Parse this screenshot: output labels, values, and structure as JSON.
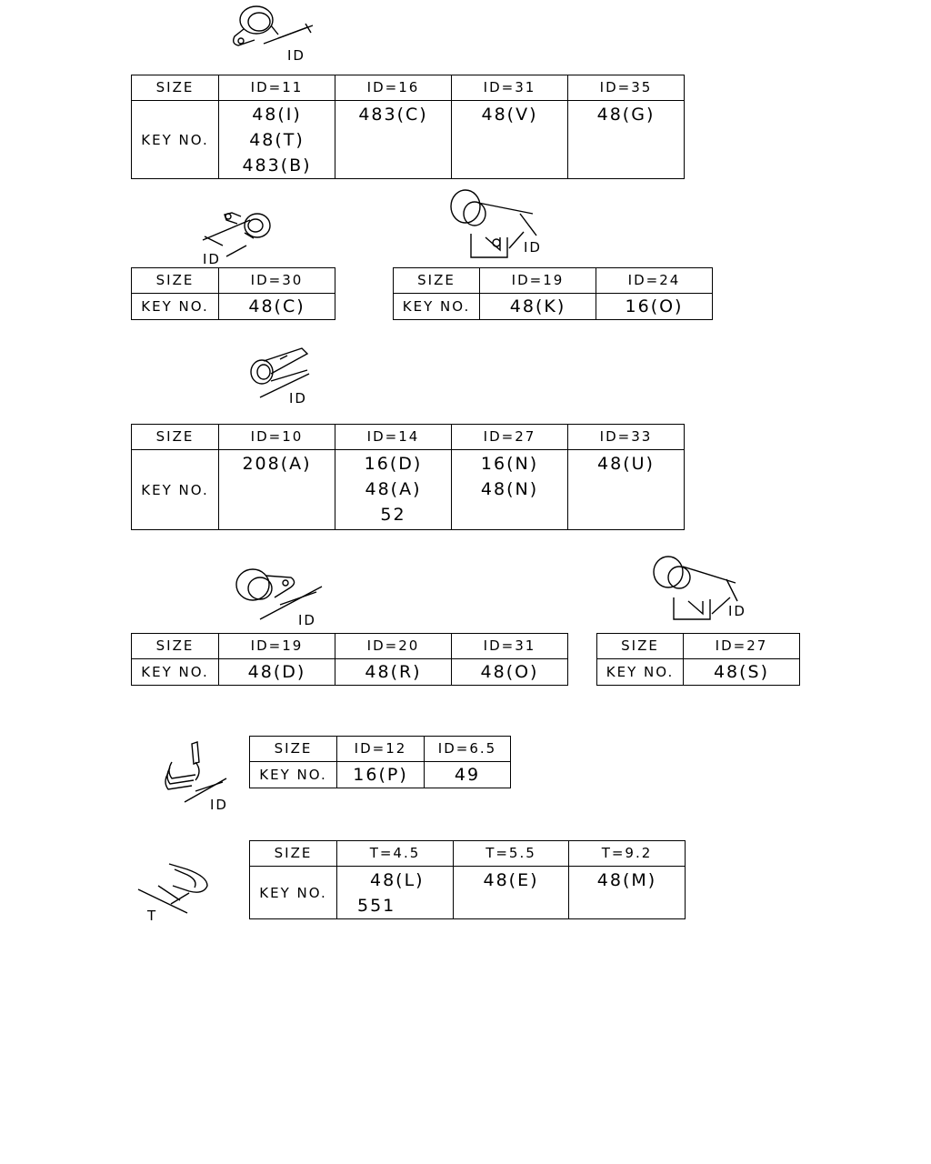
{
  "dim_label_id": "ID",
  "dim_label_t": "T",
  "size_label": "SIZE",
  "key_label": "KEY NO.",
  "tables": [
    {
      "sizes": [
        "ID=11",
        "ID=16",
        "ID=31",
        "ID=35"
      ],
      "keys": [
        [
          "48(I)",
          "48(T)",
          "483(B)"
        ],
        [
          "483(C)"
        ],
        [
          "48(V)"
        ],
        [
          "48(G)"
        ]
      ]
    },
    {
      "sizes": [
        "ID=30"
      ],
      "keys": [
        [
          "48(C)"
        ]
      ]
    },
    {
      "sizes": [
        "ID=19",
        "ID=24"
      ],
      "keys": [
        [
          "48(K)"
        ],
        [
          "16(O)"
        ]
      ]
    },
    {
      "sizes": [
        "ID=10",
        "ID=14",
        "ID=27",
        "ID=33"
      ],
      "keys": [
        [
          "208(A)"
        ],
        [
          "16(D)",
          "48(A)",
          "52"
        ],
        [
          "16(N)",
          "48(N)"
        ],
        [
          "48(U)"
        ]
      ]
    },
    {
      "sizes": [
        "ID=19",
        "ID=20",
        "ID=31"
      ],
      "keys": [
        [
          "48(D)"
        ],
        [
          "48(R)"
        ],
        [
          "48(O)"
        ]
      ]
    },
    {
      "sizes": [
        "ID=27"
      ],
      "keys": [
        [
          "48(S)"
        ]
      ]
    },
    {
      "sizes": [
        "ID=12",
        "ID=6.5"
      ],
      "keys": [
        [
          "16(P)"
        ],
        [
          "49"
        ]
      ]
    },
    {
      "sizes": [
        "T=4.5",
        "T=5.5",
        "T=9.2"
      ],
      "keys": [
        [
          "48(L)",
          "551"
        ],
        [
          "48(E)"
        ],
        [
          "48(M)"
        ]
      ]
    }
  ]
}
